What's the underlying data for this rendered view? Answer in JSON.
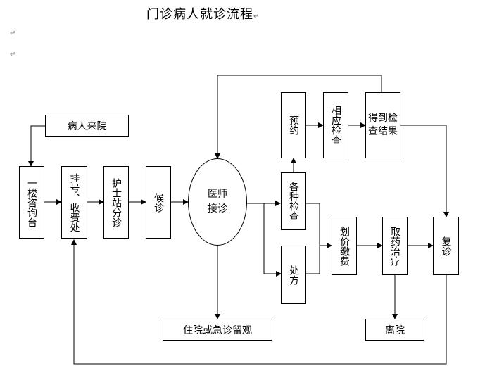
{
  "title": "门诊病人就诊流程",
  "return_mark": "↵",
  "nodes": {
    "patient_arrival": "病人来院",
    "info_desk": "一楼咨询台",
    "registration": "挂号、收费处",
    "nurse_triage": "护士站分诊",
    "waiting": "候诊",
    "doctor": "医师接诊",
    "exams": "各种检查",
    "appointment": "预约",
    "related_exam": "相应检查",
    "get_results": "得到检查结果",
    "prescription": "处方",
    "pricing_payment": "划价缴费",
    "get_medicine": "取药治疗",
    "follow_up": "复诊",
    "admission": "住院或急诊留观",
    "discharge": "离院"
  }
}
